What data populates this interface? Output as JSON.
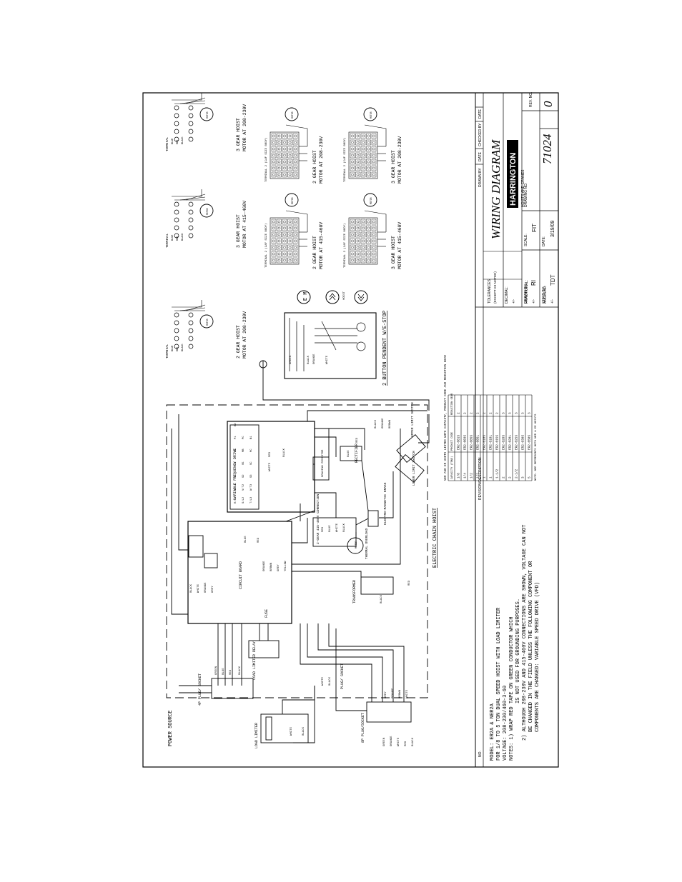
{
  "title_block": {
    "company": "HARRINGTON",
    "company_sub": "HOISTS AND CRANES",
    "title": "WIRING DIAGRAM",
    "drawing_no": "71024",
    "rev": "0",
    "headers": {
      "no": "NO.",
      "rev_desc": "REVISION/DESCRIPTION",
      "drawn_by": "DRAWN BY",
      "date": "DATE",
      "checked_by": "CHECKED BY",
      "date2": "DATE"
    },
    "tolerances": "TOLERANCES",
    "except_as_noted": "(EXCEPT AS NOTED)",
    "decimal": "DECIMAL:",
    "fractional": "FRACTIONAL:",
    "angular": "ANGULAR:",
    "pm": "+/-",
    "drawn_by_label": "DRAWN BY:",
    "drawn_by_value": "RI",
    "checked_label": "CHK'D BY:",
    "checked_value": "TDT",
    "scale_label": "SCALE:",
    "scale_value": "FIT",
    "date_label": "DATE:",
    "date_value": "3/19/09",
    "drawing_no_label": "DRAWING NO.",
    "rev_label": "REV. NO."
  },
  "notes": {
    "model": "MODEL: ER2A & NER2A",
    "desc": "FOR 1/8 TO 5 TON DUAL SPEED HOIST WITH LOAD LIMITER",
    "voltage": "VOLTAGE: 208-230/460-3-60",
    "note1a": "NOTES: 1) WRAP RED TAPE ON GREEN CONDUCTOR WHICH",
    "note1b": "IS NOT USED FOR GROUNDING PURPOSES.",
    "note2a": "2) ALTHOUGH 208-230V AND 415-460V CONNECTIONS ARE SHOWN, VOLTAGE CAN NOT",
    "note2b": "BE CHANGED IN THE FIELD UNLESS THE FOLLOWING COMPONENT OR",
    "note2c": "COMPONENTS ARE CHANGED: VARIABLE SPEED DRIVE (VFD)"
  },
  "labels": {
    "power_source": "POWER SOURCE",
    "plug_socket_4p": "4P PLUG/ SOCKET",
    "load_limiter": "LOAD LIMITER",
    "load_limiter_relay": "LOAD LIMITER RELAY",
    "plug_socket": "PLUG/ SOCKET",
    "plug_socket_8p": "8P PLUG/SOCKET",
    "circuit_board": "CIRCUIT BOARD",
    "fuse": "FUSE",
    "transformer": "TRANSFORMER",
    "vfd": "VARIABLE FREQUENCY DRIVE",
    "braking_resistor": "BRAKING RESISTOR",
    "rectifier": "RECTIFIER",
    "electric_chain_hoist": "ELECTRIC CHAIN HOIST",
    "gear_connection": "2-GEAR 415-460V CONNECTION",
    "motor": "MOTOR",
    "thermal_overload": "THERMAL OVERLOAD",
    "electromagnetic_brake": "ELECTRO-MAGNETIC BRAKE",
    "upper_limit_switch": "UPPER LIMIT SWITCH",
    "lower_limit_switch": "LOWER LIMIT SWITCH",
    "pendant": "2 BUTTON PENDENT W/E-STOP",
    "hoist": "HOIST",
    "em": "E M"
  },
  "wire_colors": [
    "GREEN",
    "BLUE",
    "RED",
    "BLACK",
    "WHITE",
    "ORANGE",
    "BROWN",
    "GREY",
    "YELLOW"
  ],
  "motor_connections": [
    {
      "title": "2 GEAR HOIST",
      "subtitle": "MOTOR AT 208-230V",
      "terminal": "TERMINAL"
    },
    {
      "title": "3 GEAR HOIST",
      "subtitle": "MOTOR AT 415-460V",
      "terminal": "TERMINAL"
    },
    {
      "title": "3 GEAR HOIST",
      "subtitle": "MOTOR AT 208-230V",
      "terminal": "TERMINAL"
    },
    {
      "title": "2 GEAR HOIST",
      "subtitle": "MOTOR AT 415-460V",
      "terminal": "TERMINAL 2 (CAF SIZE BODY)"
    },
    {
      "title": "2 GEAR HOIST",
      "subtitle": "MOTOR AT 208-230V",
      "terminal": "TERMINAL 2 (CAF SIZE BODY)"
    },
    {
      "title": "3 GEAR HOIST",
      "subtitle": "MOTOR AT 415-460V",
      "terminal": "TERMINAL 2 (CAF SIZE BODY)"
    },
    {
      "title": "3 GEAR HOIST",
      "subtitle": "MOTOR AT 208-230V",
      "terminal": "TERMINAL 2 (CAF SIZE BODY)"
    }
  ],
  "capacity_table": {
    "caption": "NER AND ER UNITS LISTED WITH CAPACITY, PRODUCT CODE AND REDUCTION GEAR",
    "headers": [
      "CAPACITY (TONS)",
      "PRODUCT CODE",
      "REDUCTION GEAR"
    ],
    "rows": [
      [
        "1/8",
        "ER2-001S",
        "2"
      ],
      [
        "1/4",
        "ER2-003S",
        "2"
      ],
      [
        "1/2",
        "ER2-005S",
        "2"
      ],
      [
        "1/2",
        "ER2-005L",
        "2"
      ],
      [
        "1",
        "ER2-010S",
        "2"
      ],
      [
        "1",
        "ER2-010L",
        "2"
      ],
      [
        "1-1/2",
        "ER2-015S",
        "2"
      ],
      [
        "2",
        "ER2-020S",
        "3"
      ],
      [
        "2",
        "ER2-020L",
        "3"
      ],
      [
        "2-1/2",
        "ER2-025S",
        "3"
      ],
      [
        "3",
        "ER2-030S",
        "3"
      ],
      [
        "5",
        "ER2-050S",
        "3"
      ]
    ],
    "note": "NOTE: NER REPRESENTS BOTH NER & ER HOISTS"
  }
}
